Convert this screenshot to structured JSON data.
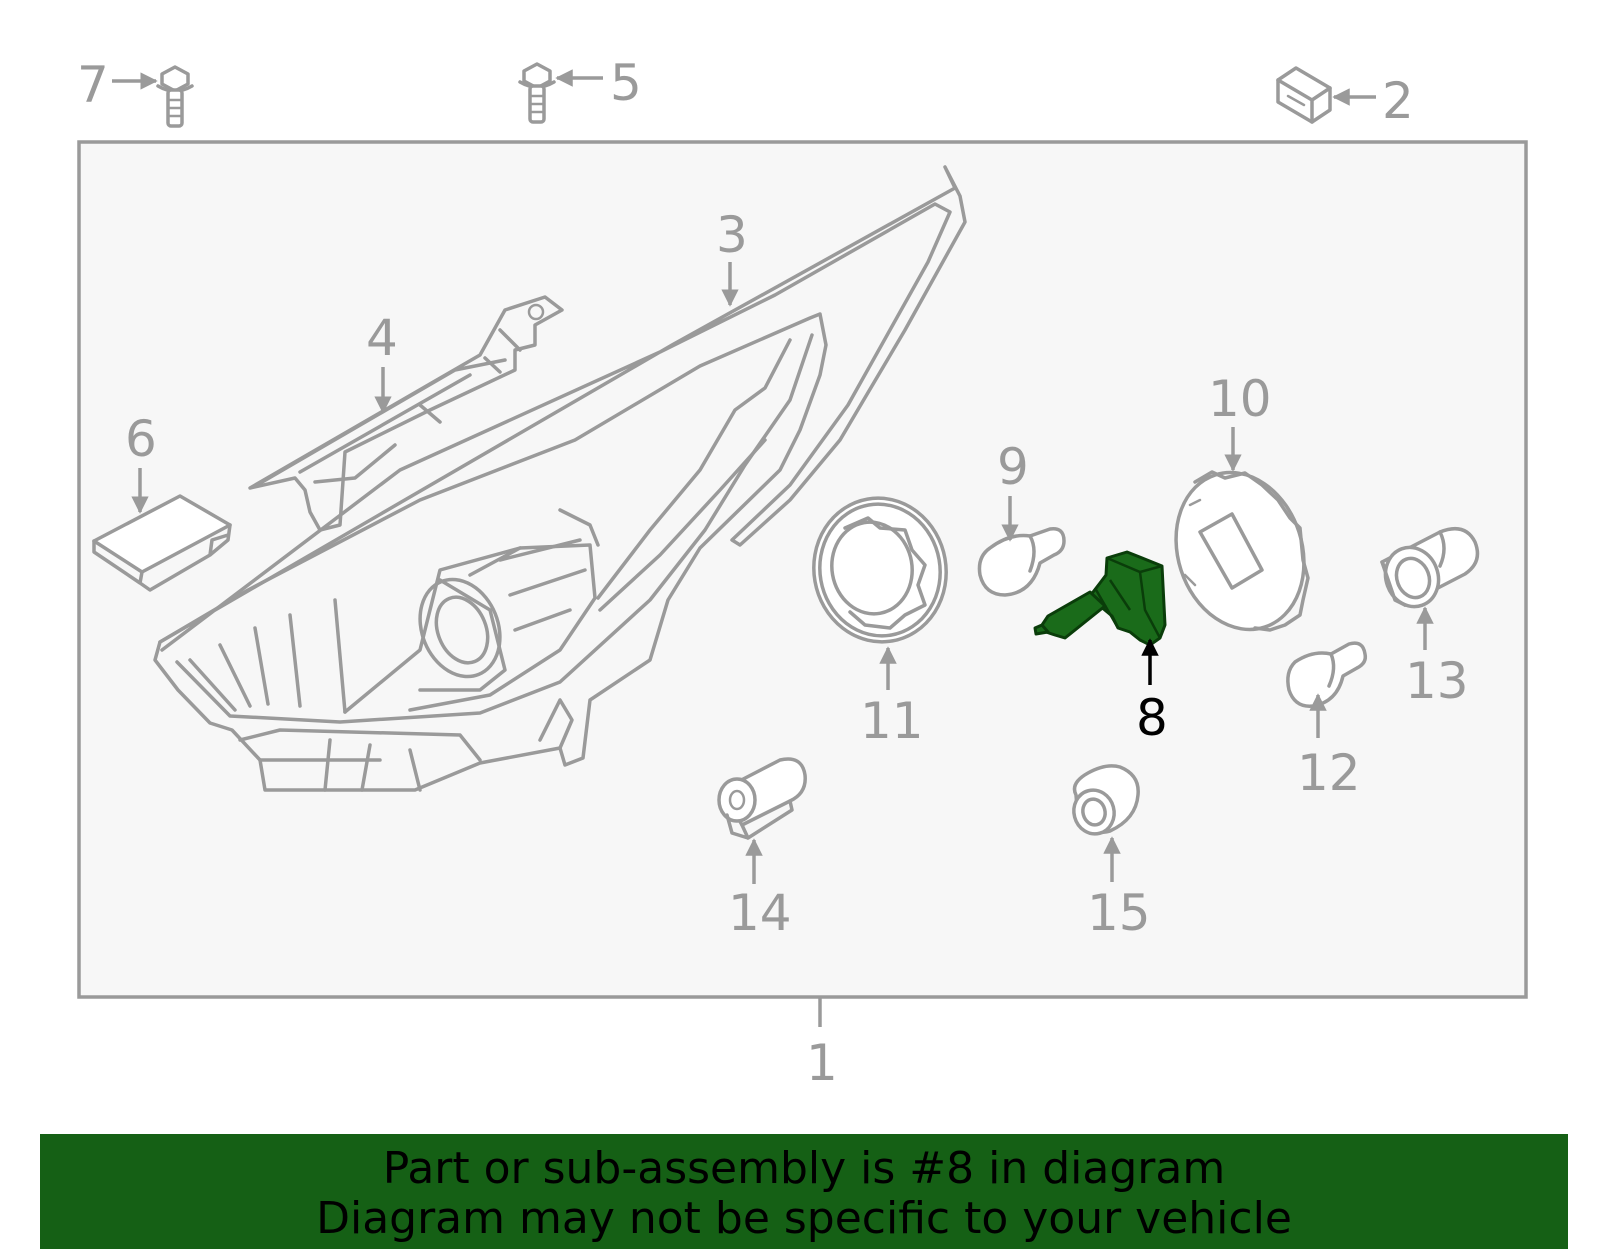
{
  "callouts": {
    "c1": "1",
    "c2": "2",
    "c3": "3",
    "c4": "4",
    "c5": "5",
    "c6": "6",
    "c7": "7",
    "c8": "8",
    "c9": "9",
    "c10": "10",
    "c11": "11",
    "c12": "12",
    "c13": "13",
    "c14": "14",
    "c15": "15"
  },
  "highlighted_part": "8",
  "colors": {
    "highlight": "#1a6b1a",
    "banner": "#156015",
    "line": "#9a9a9a",
    "panel": "#f7f7f7"
  },
  "banner": {
    "line1": "Part or sub-assembly is #8 in diagram",
    "line2": "Diagram may not be specific to your vehicle"
  }
}
